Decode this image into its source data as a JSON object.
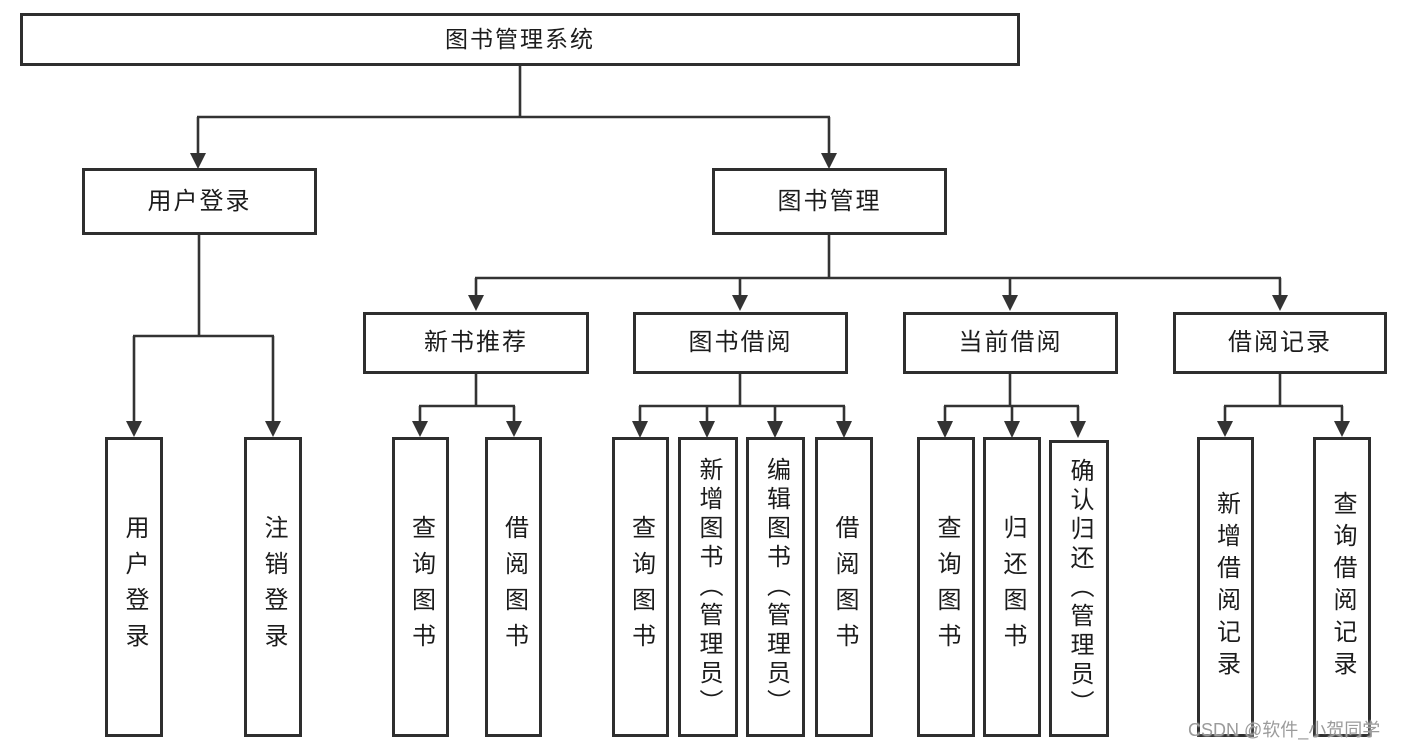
{
  "diagram": {
    "root": {
      "label": "图书管理系统"
    },
    "branches": [
      {
        "label": "用户登录",
        "children": [
          {
            "label": "用户登录"
          },
          {
            "label": "注销登录"
          }
        ]
      },
      {
        "label": "图书管理",
        "children": [
          {
            "label": "新书推荐",
            "children": [
              {
                "label": "查询图书"
              },
              {
                "label": "借阅图书"
              }
            ]
          },
          {
            "label": "图书借阅",
            "children": [
              {
                "label": "查询图书"
              },
              {
                "label": "新增图书（管理员）"
              },
              {
                "label": "编辑图书（管理员）"
              },
              {
                "label": "借阅图书"
              }
            ]
          },
          {
            "label": "当前借阅",
            "children": [
              {
                "label": "查询图书"
              },
              {
                "label": "归还图书"
              },
              {
                "label": "确认归还（管理员）"
              }
            ]
          },
          {
            "label": "借阅记录",
            "children": [
              {
                "label": "新增借阅记录"
              },
              {
                "label": "查询借阅记录"
              }
            ]
          }
        ]
      }
    ]
  },
  "watermark": {
    "text": "CSDN @软件_小贺同学"
  },
  "colors": {
    "line": "#333333",
    "box_border": "#2e2e2e",
    "text": "#1c1c1c",
    "watermark": "#9b9b9b",
    "background": "#ffffff"
  }
}
